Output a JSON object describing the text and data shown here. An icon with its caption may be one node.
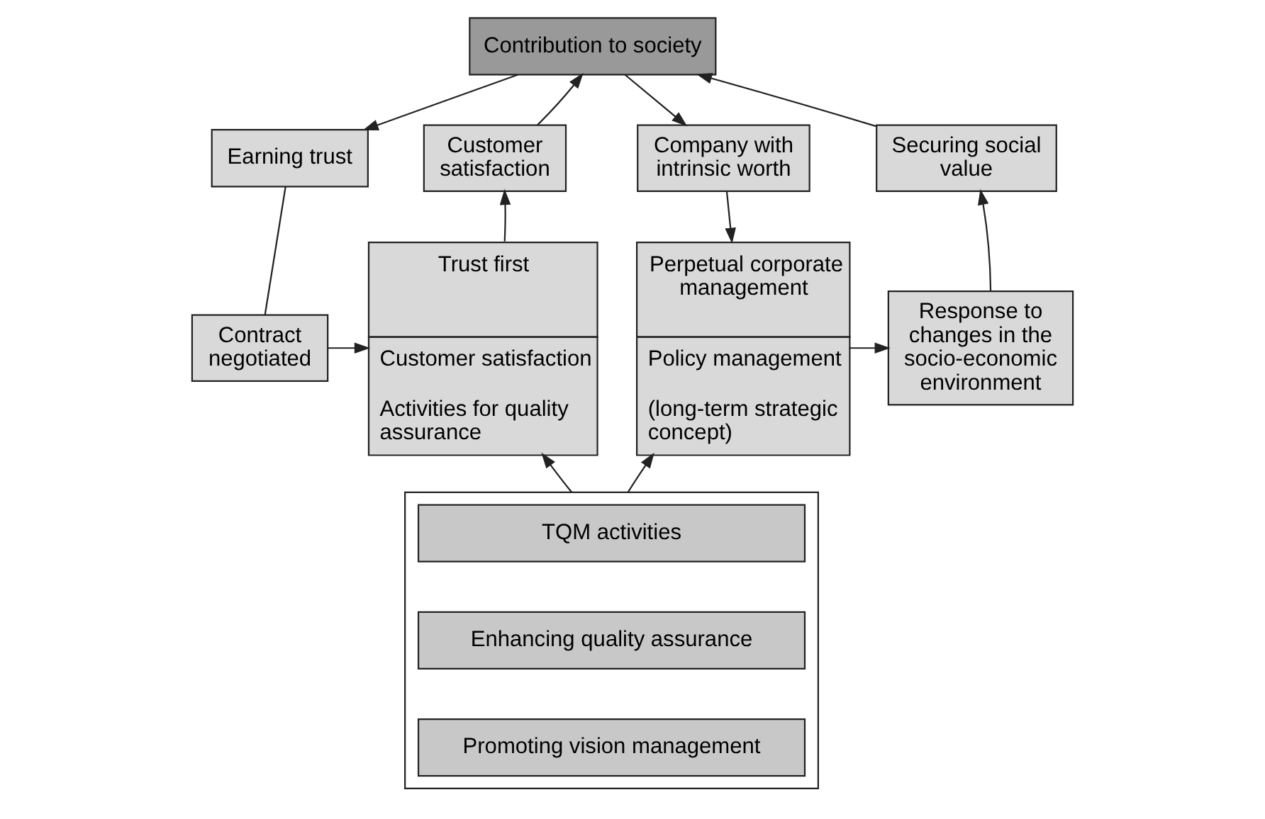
{
  "diagram": {
    "nodes": [
      {
        "text": [
          "Contribution to society"
        ]
      },
      {
        "text": [
          "Earning trust"
        ]
      },
      {
        "text": [
          "Customer satisfaction"
        ]
      },
      {
        "text": [
          "Company with intrinsic worth"
        ]
      },
      {
        "text": [
          "Securing social value"
        ]
      },
      {
        "text": [
          "Contract negotiated"
        ]
      },
      {
        "text": [
          "Trust first",
          "Customer satisfaction",
          "Activities for quality assurance"
        ]
      },
      {
        "text": [
          "Perpetual corporate management",
          "Policy management",
          "(long-term strategic concept)"
        ]
      },
      {
        "text": [
          "Response to changes in the socio-economic environment"
        ]
      },
      {
        "text": [],
        "shape": "box"
      },
      {
        "text": [
          "TQM activities"
        ],
        "in": 9
      },
      {
        "text": [
          "Enhancing quality assurance"
        ],
        "in": 9
      },
      {
        "text": [
          "Promoting vision management"
        ],
        "in": 9
      }
    ],
    "edges": [
      {
        "from": 0,
        "to": 1,
        "arrow": "to"
      },
      {
        "from": 2,
        "to": 0,
        "arrow": "to"
      },
      {
        "from": 0,
        "to": 3,
        "arrow": "to"
      },
      {
        "from": 4,
        "to": 0,
        "arrow": "to"
      },
      {
        "from": 1,
        "to": 5,
        "arrow": "none"
      },
      {
        "from": 5,
        "to": 6,
        "arrow": "to"
      },
      {
        "from": 6,
        "to": 2,
        "arrow": "to"
      },
      {
        "from": 3,
        "to": 7,
        "arrow": "to"
      },
      {
        "from": 7,
        "to": 8,
        "arrow": "to"
      },
      {
        "from": 8,
        "to": 4,
        "arrow": "to"
      },
      {
        "from": 9,
        "to": 6,
        "arrow": "to"
      },
      {
        "from": 9,
        "to": 7,
        "arrow": "to"
      }
    ]
  }
}
